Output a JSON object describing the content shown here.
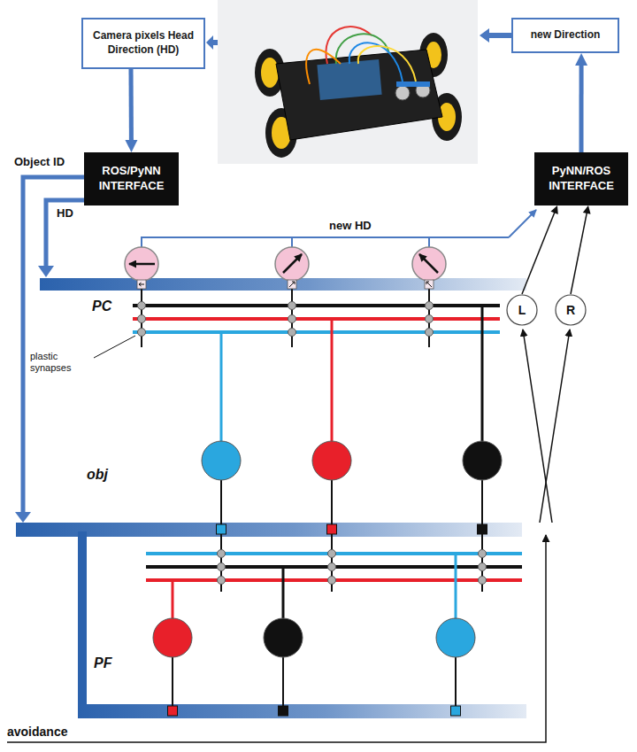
{
  "diagram": {
    "nodes": [
      {
        "text": [
          "Camera pixels Head Direction (HD)"
        ]
      },
      {
        "text": [
          "new Direction"
        ]
      },
      {
        "text": [
          "ROS/PyNN INTERFACE"
        ]
      },
      {
        "text": [
          "PyNN/ROS INTERFACE"
        ]
      },
      {
        "text": [
          "L"
        ]
      },
      {
        "text": [
          "R"
        ]
      }
    ],
    "edges": [
      {
        "from": 0,
        "to": 2,
        "arrow": "to"
      },
      {
        "from": 3,
        "to": 1,
        "arrow": "to"
      },
      {
        "from": 4,
        "to": 3,
        "arrow": "to"
      },
      {
        "from": 5,
        "to": 3,
        "arrow": "to"
      }
    ],
    "labels": [
      "Object ID",
      "HD",
      "new HD",
      "PC",
      "plastic synapses",
      "obj",
      "PF",
      "avoidance"
    ]
  }
}
